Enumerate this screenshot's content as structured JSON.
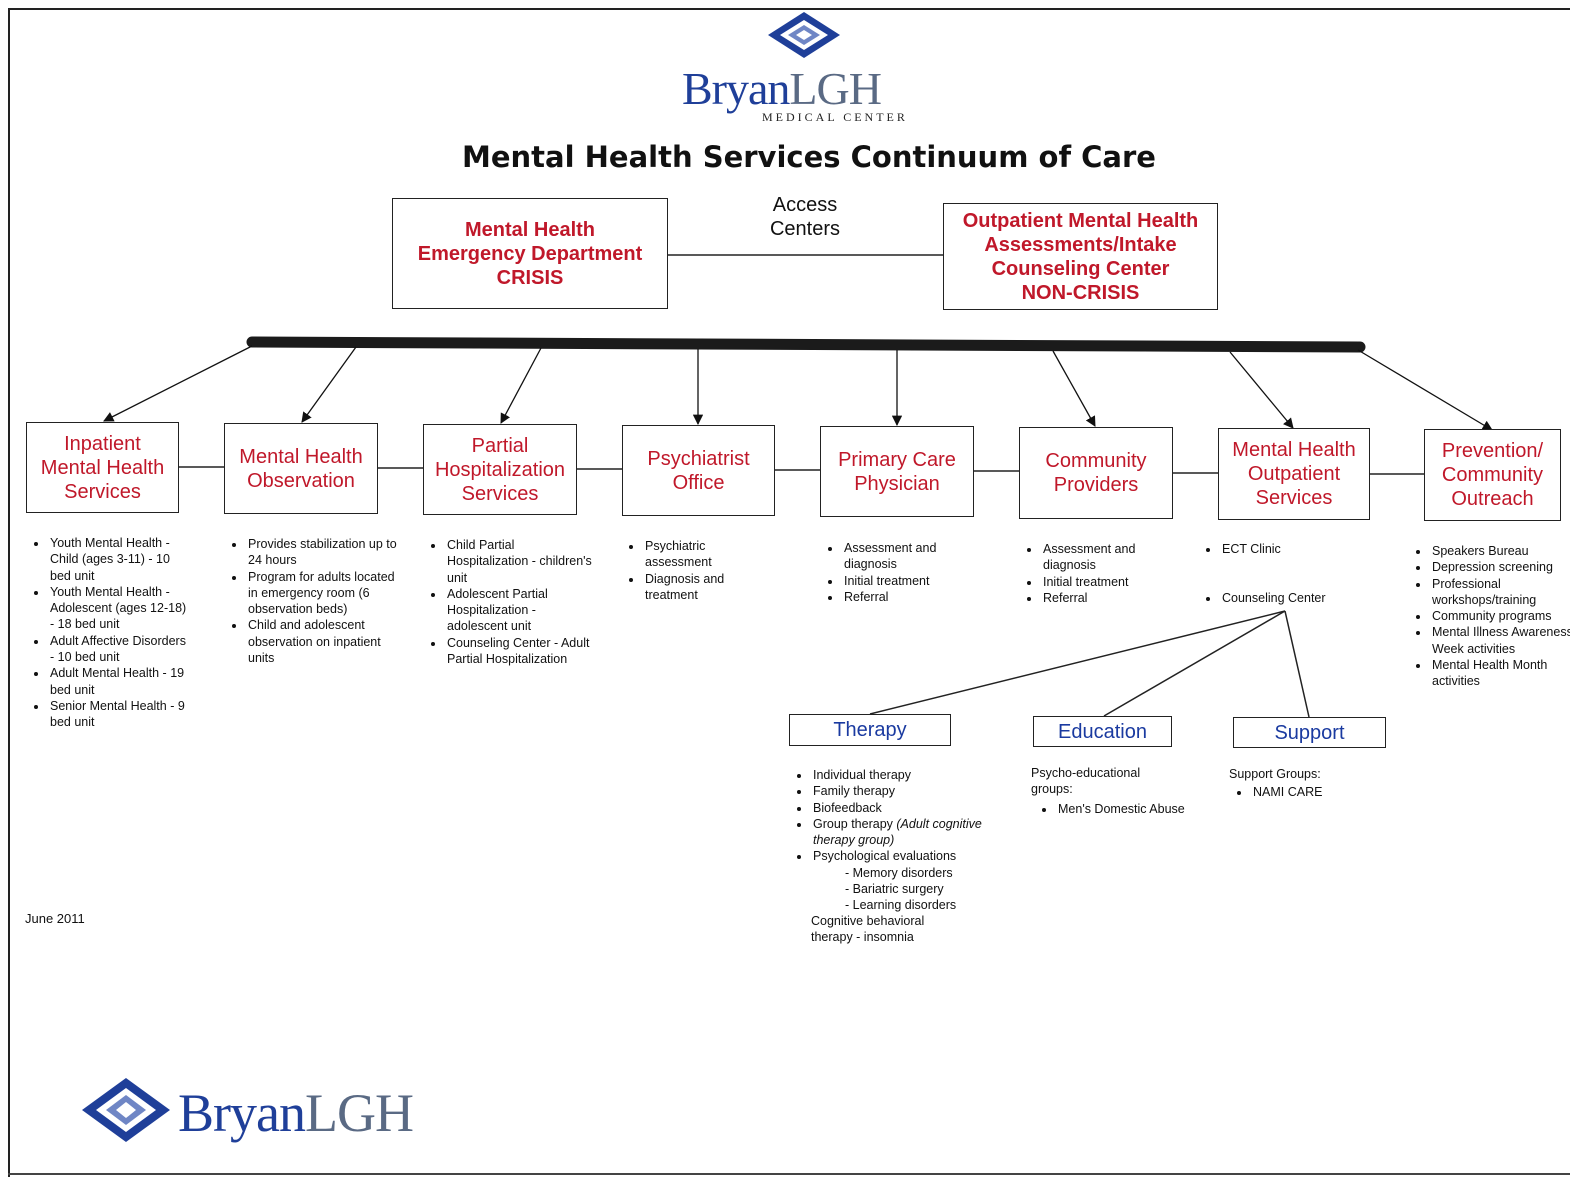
{
  "logo_top": {
    "wordmark_part1": "Bryan",
    "wordmark_part2": "LGH",
    "subtitle": "MEDICAL CENTER"
  },
  "title": "Mental Health Services Continuum of Care",
  "access_centers": {
    "label_line1": "Access",
    "label_line2": "Centers",
    "emergency": {
      "line1": "Mental Health",
      "line2": "Emergency Department",
      "line3": "CRISIS"
    },
    "outpatient": {
      "line1": "Outpatient Mental Health",
      "line2": "Assessments/Intake",
      "line3": "Counseling Center",
      "line4": "NON-CRISIS"
    }
  },
  "services": [
    {
      "title_lines": [
        "Inpatient",
        "Mental Health",
        "Services"
      ],
      "items": [
        "Youth Mental Health - Child (ages 3-11) - 10 bed unit",
        "Youth Mental Health - Adolescent (ages 12-18) - 18 bed unit",
        "Adult Affective Disorders - 10 bed unit",
        "Adult Mental Health - 19 bed unit",
        "Senior Mental Health - 9 bed unit"
      ]
    },
    {
      "title_lines": [
        "Mental Health",
        "Observation"
      ],
      "items": [
        "Provides stabilization up to 24 hours",
        "Program for adults located in emergency room (6 observation beds)",
        "Child and adolescent observation on inpatient units"
      ]
    },
    {
      "title_lines": [
        "Partial",
        "Hospitalization",
        "Services"
      ],
      "items": [
        "Child Partial Hospitalization - children's unit",
        "Adolescent Partial Hospitalization - adolescent unit",
        "Counseling Center - Adult Partial Hospitalization"
      ]
    },
    {
      "title_lines": [
        "Psychiatrist",
        "Office"
      ],
      "items": [
        "Psychiatric assessment",
        "Diagnosis and treatment"
      ]
    },
    {
      "title_lines": [
        "Primary Care",
        "Physician"
      ],
      "items": [
        "Assessment and diagnosis",
        "Initial treatment",
        "Referral"
      ]
    },
    {
      "title_lines": [
        "Community",
        "Providers"
      ],
      "items": [
        "Assessment and diagnosis",
        "Initial treatment",
        "Referral"
      ]
    },
    {
      "title_lines": [
        "Mental Health",
        "Outpatient",
        "Services"
      ],
      "items": [
        "ECT Clinic",
        "Counseling Center"
      ]
    },
    {
      "title_lines": [
        "Prevention/",
        "Community",
        "Outreach"
      ],
      "items": [
        "Speakers Bureau",
        "Depression screening",
        "Professional workshops/training",
        "Community programs",
        "Mental Illness Awareness Week activities",
        "Mental Health Month activities"
      ]
    }
  ],
  "counseling": {
    "therapy": {
      "title": "Therapy",
      "items": [
        "Individual therapy",
        "Family therapy",
        "Biofeedback"
      ],
      "group_item": "Group therapy ",
      "group_item_note": "(Adult cognitive therapy group)",
      "eval_item": "Psychological evaluations",
      "eval_subitems": [
        "Memory disorders",
        "Bariatric surgery",
        "Learning disorders"
      ],
      "trailing_text": "Cognitive behavioral therapy - insomnia"
    },
    "education": {
      "title": "Education",
      "intro": "Psycho-educational groups:",
      "items": [
        "Men's Domestic Abuse"
      ]
    },
    "support": {
      "title": "Support",
      "intro": "Support Groups:",
      "items": [
        "NAMI CARE"
      ]
    }
  },
  "date": "June 2011",
  "logo_bottom": {
    "wordmark_part1": "Bryan",
    "wordmark_part2": "LGH"
  }
}
